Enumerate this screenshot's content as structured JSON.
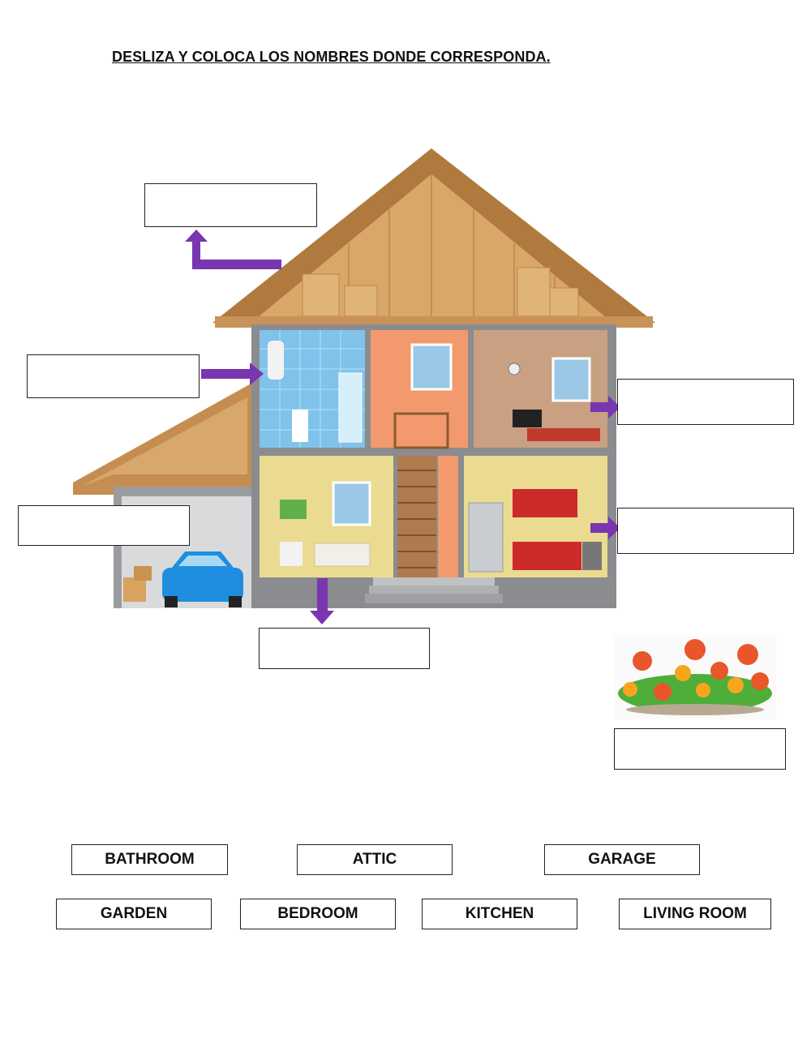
{
  "instruction": "DESLIZA Y COLOCA LOS NOMBRES DONDE CORRESPONDA.",
  "drop_boxes": [
    "",
    "",
    "",
    "",
    "",
    "",
    ""
  ],
  "word_bank": {
    "row1": [
      "BATHROOM",
      "ATTIC",
      "GARAGE"
    ],
    "row2": [
      "GARDEN",
      "BEDROOM",
      "KITCHEN",
      "LIVING ROOM"
    ]
  },
  "colors": {
    "arrow": "#7a35b0",
    "roof": "#c9955a",
    "wall": "#8a8c8f"
  }
}
